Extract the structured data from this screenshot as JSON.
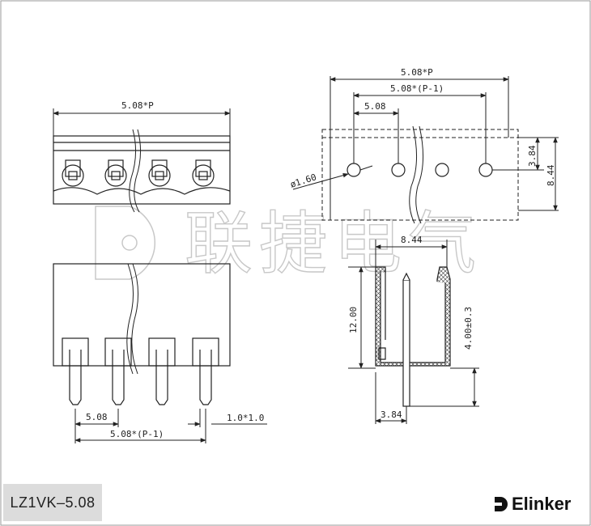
{
  "model_label": "LZ1VK–5.08",
  "brand": {
    "name": "Elinker",
    "icon": "elinker-logo-icon"
  },
  "watermark": {
    "text": "联捷电气",
    "icon": "elinker-watermark-icon"
  },
  "dimensions": {
    "top_width": "5.08*P",
    "front_pitch": "5.08",
    "front_span": "5.08*(P-1)",
    "pin_section": "1.0*1.0",
    "plan_width": "5.08*P",
    "plan_span": "5.08*(P-1)",
    "plan_pitch": "5.08",
    "hole_diameter": "ø1.60",
    "hole_offset": "3.84",
    "plan_depth": "8.44",
    "side_width": "8.44",
    "side_height": "12.00",
    "pin_length": "4.00±0.3",
    "pin_offset": "3.84"
  }
}
